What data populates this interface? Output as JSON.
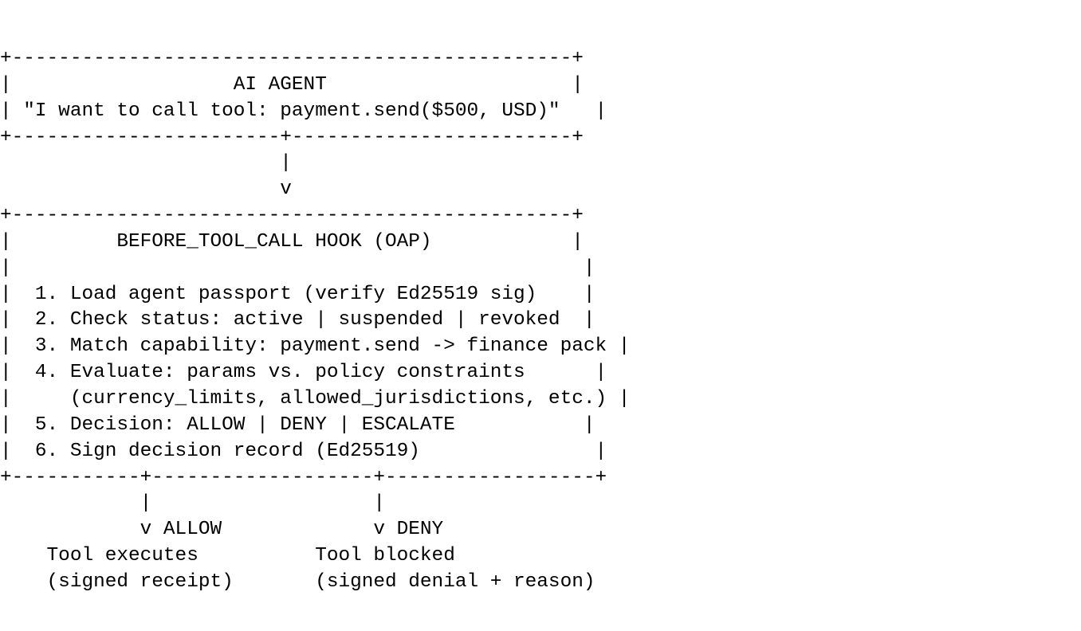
{
  "diagram": {
    "lines": [
      "+------------------------------------------------+",
      "|                   AI AGENT                     |",
      "| \"I want to call tool: payment.send($500, USD)\"   |",
      "+-----------------------+------------------------+",
      "                        |",
      "                        v",
      "+------------------------------------------------+",
      "|         BEFORE_TOOL_CALL HOOK (OAP)            |",
      "|                                                 |",
      "|  1. Load agent passport (verify Ed25519 sig)    |",
      "|  2. Check status: active | suspended | revoked  |",
      "|  3. Match capability: payment.send -> finance pack |",
      "|  4. Evaluate: params vs. policy constraints      |",
      "|     (currency_limits, allowed_jurisdictions, etc.) |",
      "|  5. Decision: ALLOW | DENY | ESCALATE           |",
      "|  6. Sign decision record (Ed25519)               |",
      "+-----------+-------------------+------------------+",
      "            |                   |",
      "            v ALLOW             v DENY",
      "    Tool executes          Tool blocked",
      "    (signed receipt)       (signed denial + reason)"
    ]
  }
}
